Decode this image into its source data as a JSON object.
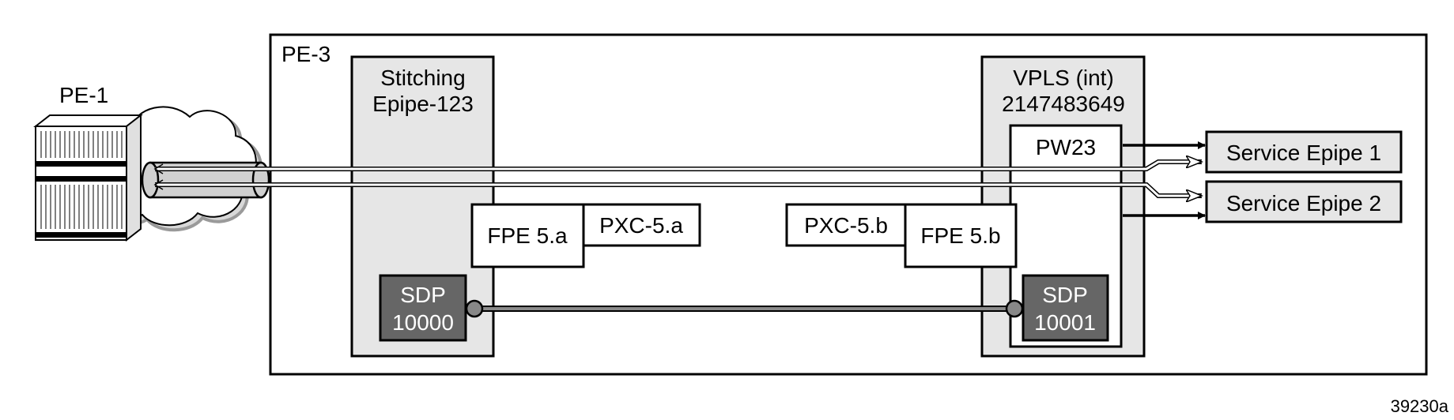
{
  "figure_id": "39230a",
  "nodes": {
    "pe1": "PE-1",
    "pe3": "PE-3"
  },
  "stitching": {
    "line1": "Stitching",
    "line2": "Epipe-123"
  },
  "vpls": {
    "line1": "VPLS (int)",
    "line2": "2147483649"
  },
  "pw23": "PW23",
  "fpe_a": "FPE 5.a",
  "pxc_a": "PXC-5.a",
  "pxc_b": "PXC-5.b",
  "fpe_b": "FPE 5.b",
  "sdp_a": {
    "line1": "SDP",
    "line2": "10000"
  },
  "sdp_b": {
    "line1": "SDP",
    "line2": "10001"
  },
  "services": [
    "Service Epipe 1",
    "Service Epipe 2"
  ],
  "colors": {
    "box_fill": "#e6e6e6",
    "sdp_fill": "#666666",
    "line": "#000000"
  }
}
